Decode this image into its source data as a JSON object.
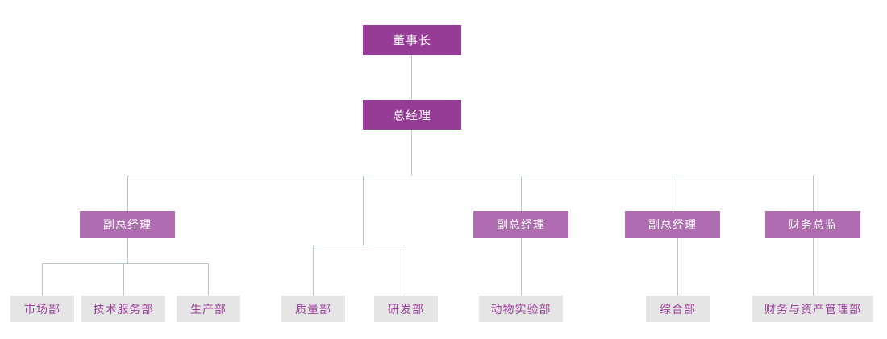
{
  "chart": {
    "title": "organization-chart",
    "colors": {
      "level1_box": "#963c96",
      "level2_box": "#b06cb0",
      "level3_box": "#e5e5e5",
      "level1_text": "#ffffff",
      "level2_text": "#ffffff",
      "level3_text": "#9c3f9c",
      "connector": "#b9c5cd",
      "background": "#ffffff"
    },
    "nodes": {
      "chairman": "董事长",
      "general_manager": "总经理",
      "deputy_gm_1": "副总经理",
      "deputy_gm_2": "副总经理",
      "deputy_gm_3": "副总经理",
      "cfo": "财务总监",
      "marketing_dept": "市场部",
      "tech_service_dept": "技术服务部",
      "production_dept": "生产部",
      "quality_dept": "质量部",
      "rd_dept": "研发部",
      "animal_lab_dept": "动物实验部",
      "general_affairs_dept": "综合部",
      "finance_asset_dept": "财务与资产管理部"
    }
  }
}
